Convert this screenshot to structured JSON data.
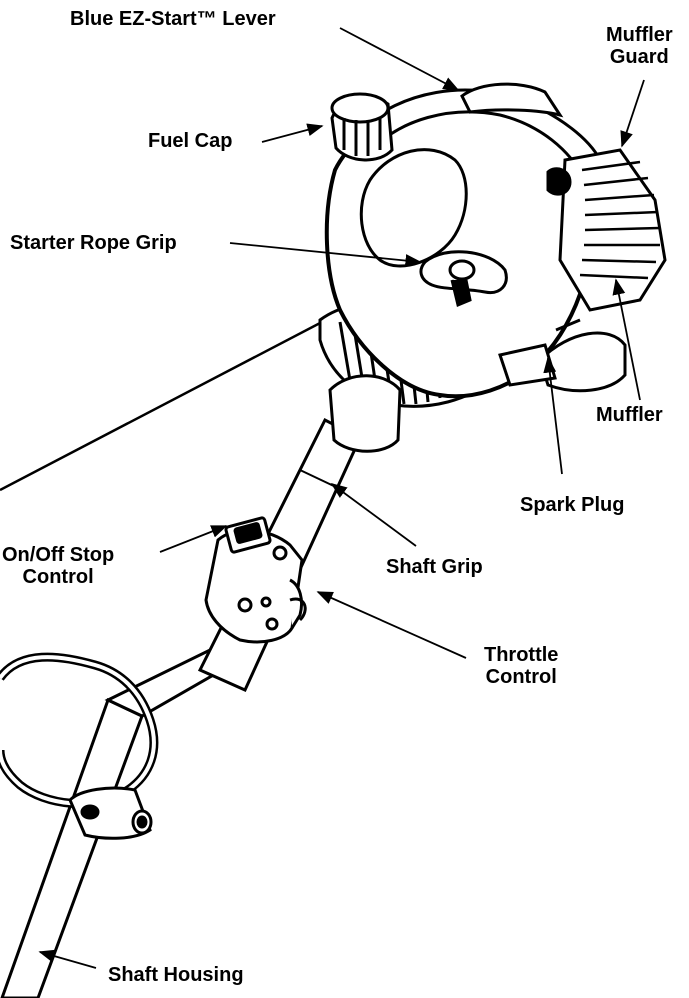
{
  "labels": {
    "ez_start_lever": "Blue EZ-Start™ Lever",
    "muffler_guard_line1": "Muffler",
    "muffler_guard_line2": "Guard",
    "fuel_cap": "Fuel Cap",
    "starter_rope_grip": "Starter Rope Grip",
    "muffler": "Muffler",
    "spark_plug": "Spark Plug",
    "on_off_line1": "On/Off Stop",
    "on_off_line2": "Control",
    "shaft_grip": "Shaft Grip",
    "throttle_line1": "Throttle",
    "throttle_line2": "Control",
    "shaft_housing": "Shaft Housing"
  },
  "colors": {
    "ink": "#000000",
    "paper": "#ffffff",
    "shade": "#d9d9d9"
  }
}
